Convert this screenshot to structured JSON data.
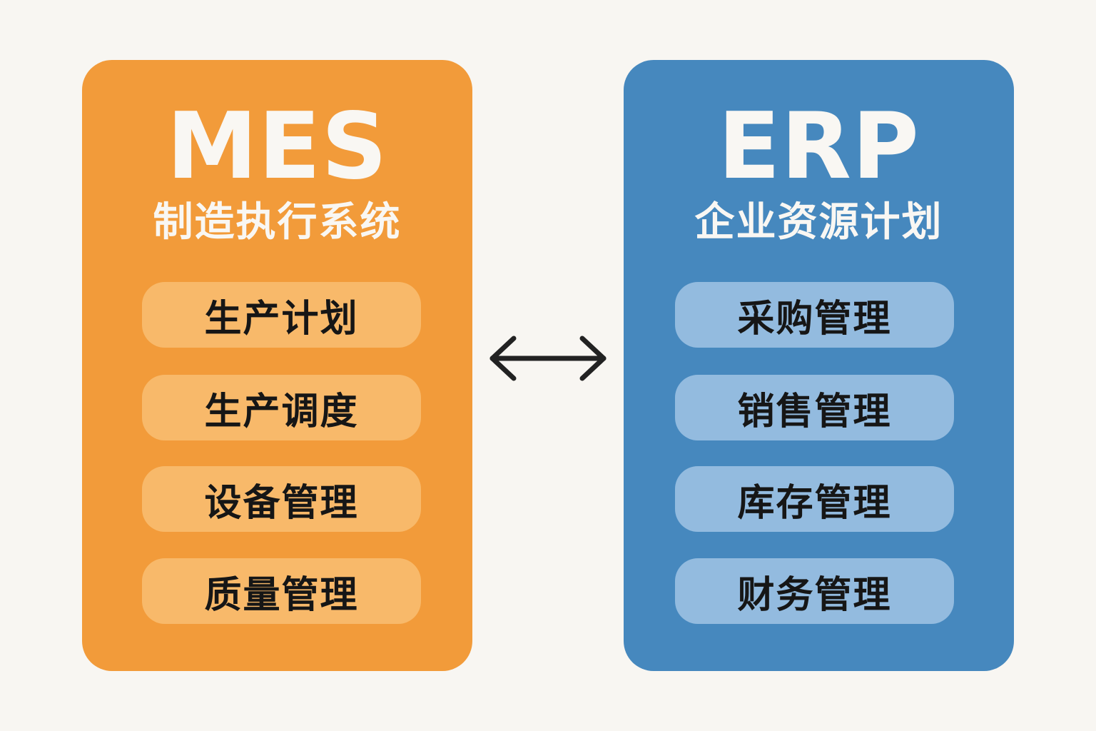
{
  "colors": {
    "background": "#f8f6f2",
    "mes_card": "#f29b3a",
    "mes_module": "#f8b96a",
    "erp_card": "#4688be",
    "erp_module": "#93bbdf",
    "title_text": "#f9f7f3",
    "module_text": "#161616",
    "arrow": "#222222"
  },
  "mes": {
    "title": "MES",
    "subtitle": "制造执行系统",
    "modules": [
      "生产计划",
      "生产调度",
      "设备管理",
      "质量管理"
    ]
  },
  "erp": {
    "title": "ERP",
    "subtitle": "企业资源计划",
    "modules": [
      "采购管理",
      "销售管理",
      "库存管理",
      "财务管理"
    ]
  },
  "connector": {
    "icon": "double-arrow-icon",
    "direction": "bidirectional"
  }
}
